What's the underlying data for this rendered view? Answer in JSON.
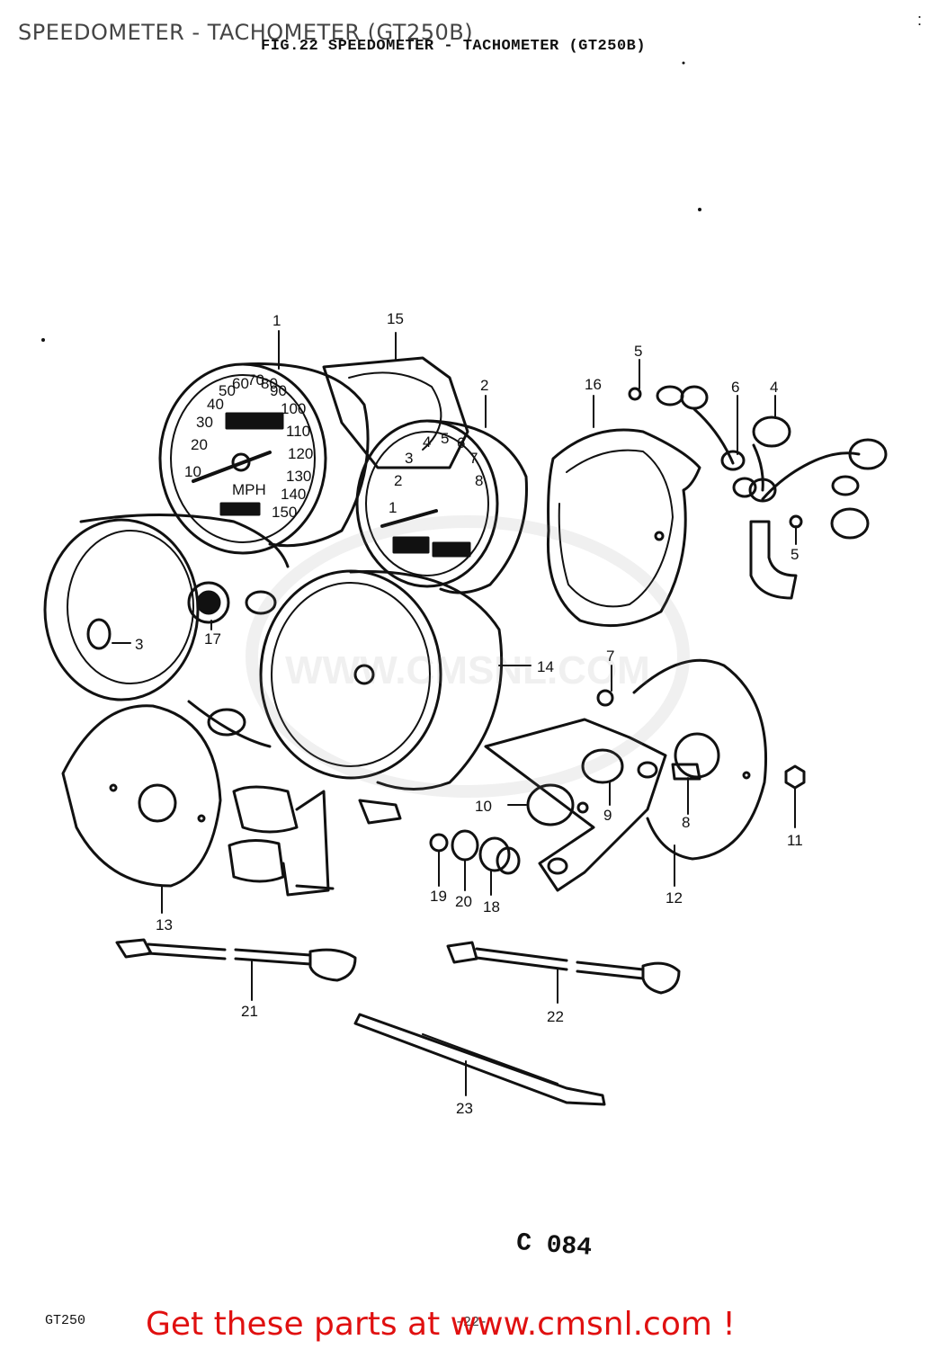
{
  "page": {
    "header_title": "SPEEDOMETER - TACHOMETER (GT250B)",
    "figure_title": "FIG.22  SPEEDOMETER - TACHOMETER (GT250B)",
    "corner_mark": ":",
    "diagram_code": "C 084",
    "model": "GT250",
    "page_number": "-22-",
    "cta": "Get these parts at www.cmsnl.com !",
    "watermark_text": "WWW.CMSNL.COM"
  },
  "gauges": {
    "speedometer_numbers": [
      "10",
      "20",
      "30",
      "40",
      "50",
      "60",
      "70",
      "80",
      "90",
      "100",
      "110",
      "120",
      "130",
      "140",
      "150"
    ],
    "speedometer_unit": "MPH",
    "tachometer_numbers": [
      "1",
      "2",
      "3",
      "4",
      "5",
      "6",
      "7",
      "8"
    ]
  },
  "parts": [
    {
      "id": "1"
    },
    {
      "id": "2"
    },
    {
      "id": "3"
    },
    {
      "id": "4"
    },
    {
      "id": "5"
    },
    {
      "id": "5"
    },
    {
      "id": "6"
    },
    {
      "id": "7"
    },
    {
      "id": "8"
    },
    {
      "id": "9"
    },
    {
      "id": "10"
    },
    {
      "id": "11"
    },
    {
      "id": "12"
    },
    {
      "id": "13"
    },
    {
      "id": "14"
    },
    {
      "id": "15"
    },
    {
      "id": "16"
    },
    {
      "id": "17"
    },
    {
      "id": "18"
    },
    {
      "id": "19"
    },
    {
      "id": "20"
    },
    {
      "id": "21"
    },
    {
      "id": "22"
    },
    {
      "id": "23"
    }
  ],
  "colors": {
    "ink": "#111111",
    "cta": "#e01010",
    "watermark": "#888888"
  }
}
